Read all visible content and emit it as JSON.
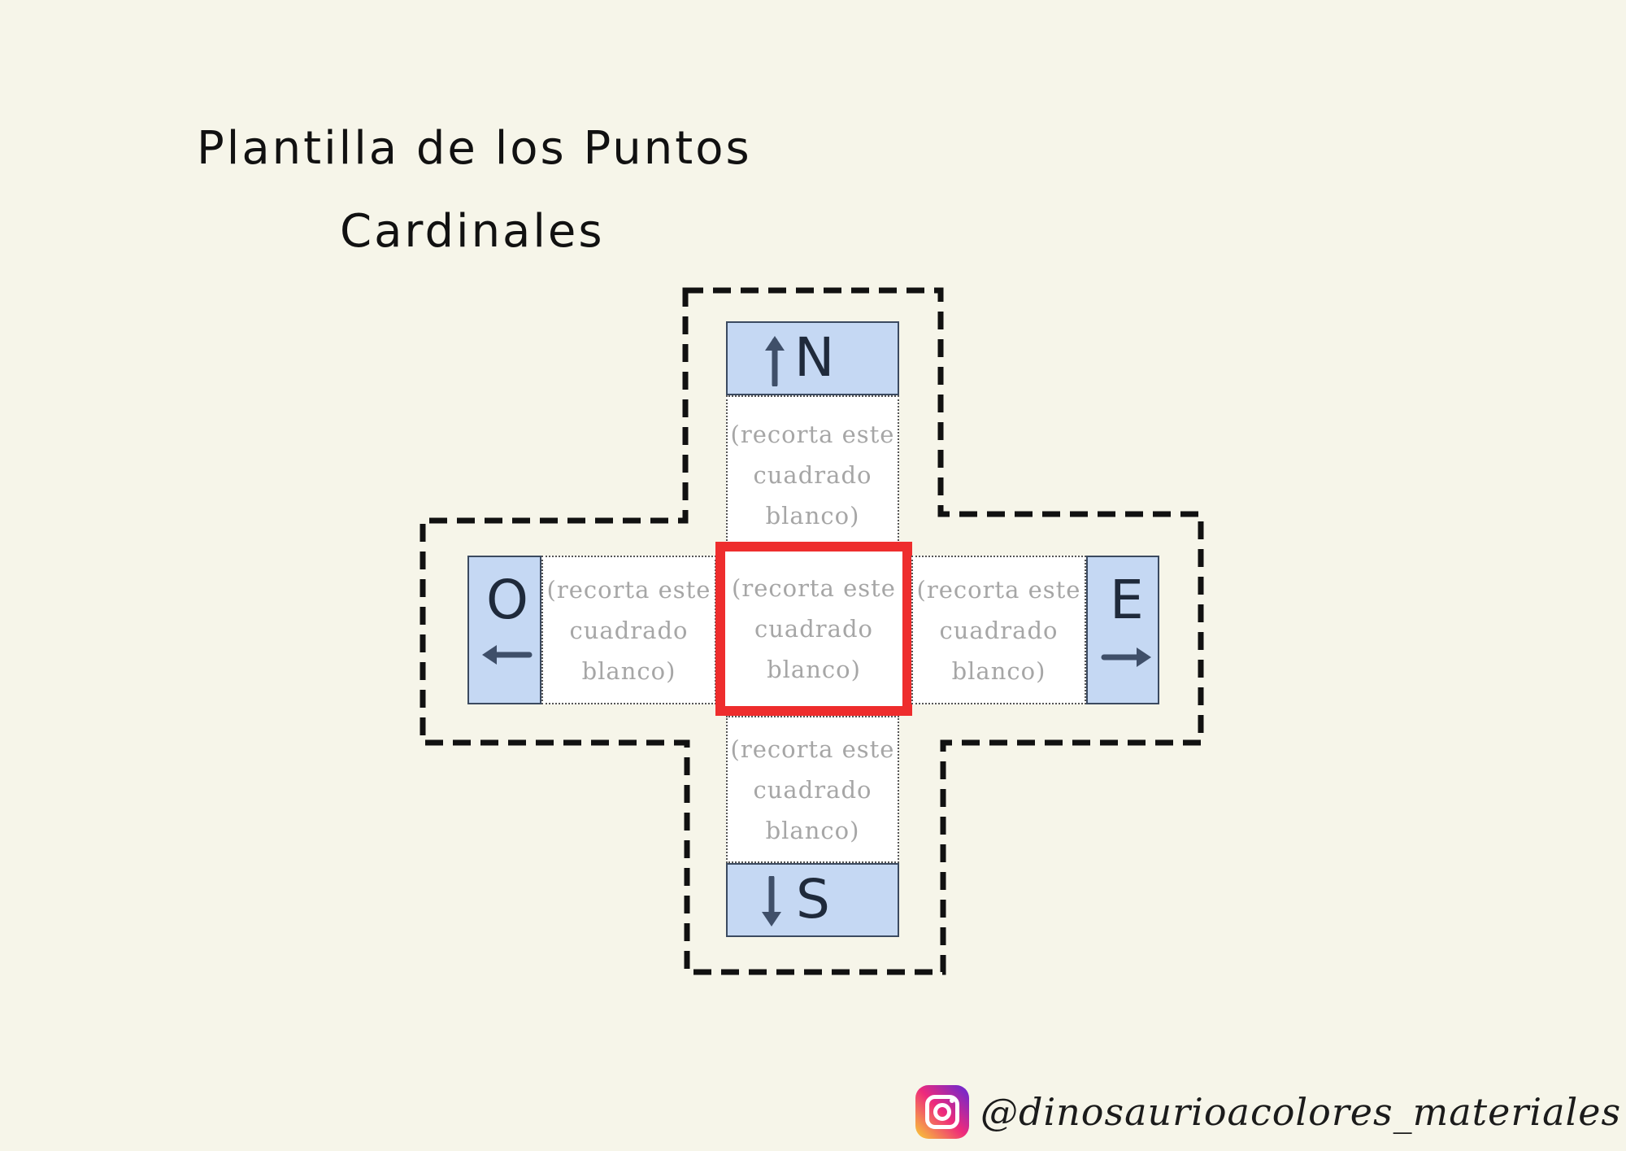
{
  "title": {
    "line1": "Plantilla de los Puntos",
    "line2": "Cardinales"
  },
  "template": {
    "square_text": "(recorta este\ncuadrado\nblanco)",
    "north": {
      "letter": "N",
      "icon": "arrow-up-icon"
    },
    "south": {
      "letter": "S",
      "icon": "arrow-down-icon"
    },
    "west": {
      "letter": "O",
      "icon": "arrow-left-icon"
    },
    "east": {
      "letter": "E",
      "icon": "arrow-right-icon"
    },
    "colors": {
      "tab_fill": "#c5d8f3",
      "highlight_frame": "#ee2d2d",
      "cut_line": "#111111",
      "background": "#f6f5e9"
    }
  },
  "footer": {
    "icon": "instagram-icon",
    "handle": "@dinosaurioacolores_materiales"
  }
}
